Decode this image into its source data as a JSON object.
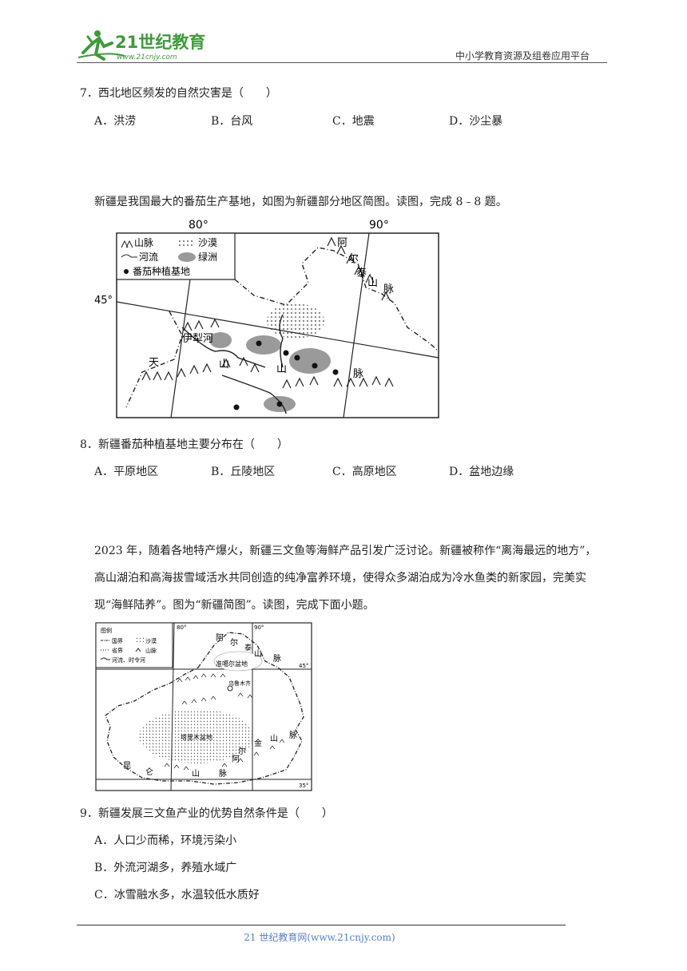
{
  "header": {
    "logo_text": "21世纪教育",
    "logo_url_text": "www.21cnjy.com",
    "platform": "中小学教育资源及组卷应用平台"
  },
  "questions": [
    {
      "stem": "7．西北地区频发的自然灾害是（　　）",
      "options": [
        "A．洪涝",
        "B．台风",
        "C．地震",
        "D．沙尘暴"
      ]
    },
    {
      "intro": "新疆是我国最大的番茄生产基地，如图为新疆部分地区简图。读图，完成 8﹣8 题。",
      "stem": "8．新疆番茄种植基地主要分布在（　　）",
      "options": [
        "A．平原地区",
        "B．丘陵地区",
        "C．高原地区",
        "D．盆地边缘"
      ]
    },
    {
      "intro": "2023 年，随着各地特产爆火，新疆三文鱼等海鲜产品引发广泛讨论。新疆被称作“离海最远的地方”，高山湖泊和高海拔雪域活水共同创造的纯净富养环境，使得众多湖泊成为冷水鱼类的新家园，完美实现“海鲜陆养”。图为“新疆简图”。读图，完成下面小题。",
      "stem": "9．新疆发展三文鱼产业的优势自然条件是（　　）",
      "options": [
        "A．人口少而稀，环境污染小",
        "B．外流河湖多，养殖水域广",
        "C．冰雪融水多，水温较低水质好"
      ]
    }
  ],
  "map1": {
    "lon_labels": [
      "80°",
      "90°"
    ],
    "lat_label": "45°",
    "legend": {
      "mountain": "山脉",
      "desert": "沙漠",
      "river": "河流",
      "oasis": "绿洲",
      "base": "番茄种植基地"
    },
    "place_labels": [
      "阿",
      "尔",
      "泰",
      "山",
      "脉",
      "伊犁河",
      "天",
      "山",
      "山",
      "脉"
    ]
  },
  "map2": {
    "lon_labels": [
      "80°",
      "90°"
    ],
    "lat_labels": [
      "45°",
      "35°"
    ],
    "legend_title": "图例",
    "legend_items": [
      "国界",
      "沙漠",
      "省界",
      "山脉",
      "河流、时令河"
    ],
    "place_labels": [
      "阿",
      "尔",
      "泰",
      "山",
      "脉",
      "准噶尔盆地",
      "乌鲁木齐",
      "塔里木盆地",
      "阿",
      "尔",
      "金",
      "山",
      "脉",
      "昆",
      "仑",
      "山",
      "脉"
    ]
  },
  "footer": {
    "text": "21 世纪教育网(www.21cnjy.com)"
  },
  "colors": {
    "logo_green": "#3f9a3a",
    "footer_blue": "#5b7fc9"
  }
}
